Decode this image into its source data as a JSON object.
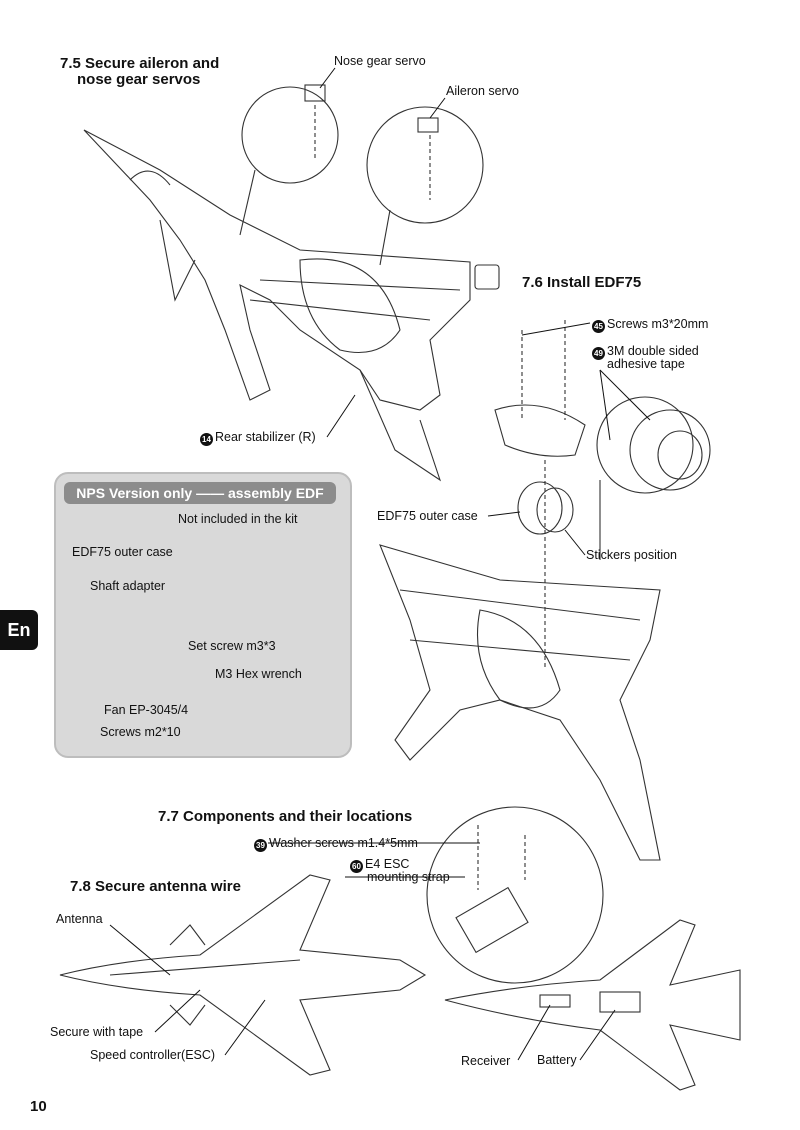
{
  "sections": {
    "s75_title_line1": "7.5 Secure aileron and",
    "s75_title_line2": "nose gear servos",
    "s76_title": "7.6 Install EDF75",
    "s77_title": "7.7 Components and their locations",
    "s78_title": "7.8 Secure antenna wire"
  },
  "labels": {
    "nose_gear_servo": "Nose gear servo",
    "aileron_servo": "Aileron servo",
    "rear_stabilizer_num": "14",
    "rear_stabilizer": "Rear stabilizer (R)",
    "screws_num": "45",
    "screws": "Screws m3*20mm",
    "tape_num": "49",
    "tape_line1": "3M double sided",
    "tape_line2": "adhesive tape",
    "edf_outer_case": "EDF75 outer case",
    "stickers_position": "Stickers position",
    "washer_num": "39",
    "washer_screws": "Washer screws  m1.4*5mm",
    "esc_strap_num": "60",
    "esc_strap_line1": "E4 ESC",
    "esc_strap_line2": "mounting strap",
    "antenna": "Antenna",
    "secure_with_tape": "Secure with tape",
    "speed_controller": "Speed controller(ESC)",
    "receiver": "Receiver",
    "battery": "Battery"
  },
  "nps_box": {
    "title": "NPS Version only —— assembly EDF",
    "not_included": "Not included in the kit",
    "edf_outer_case": "EDF75 outer case",
    "shaft_adapter": "Shaft adapter",
    "set_screw": "Set screw m3*3",
    "hex_wrench": "M3 Hex wrench",
    "fan": "Fan EP-3045/4",
    "screws": "Screws m2*10"
  },
  "side_tab": "En",
  "page_number": "10",
  "colors": {
    "nps_box_bg": "#d9d9d9",
    "nps_title_bg": "#8c8c8c",
    "tab_bg": "#111111"
  }
}
